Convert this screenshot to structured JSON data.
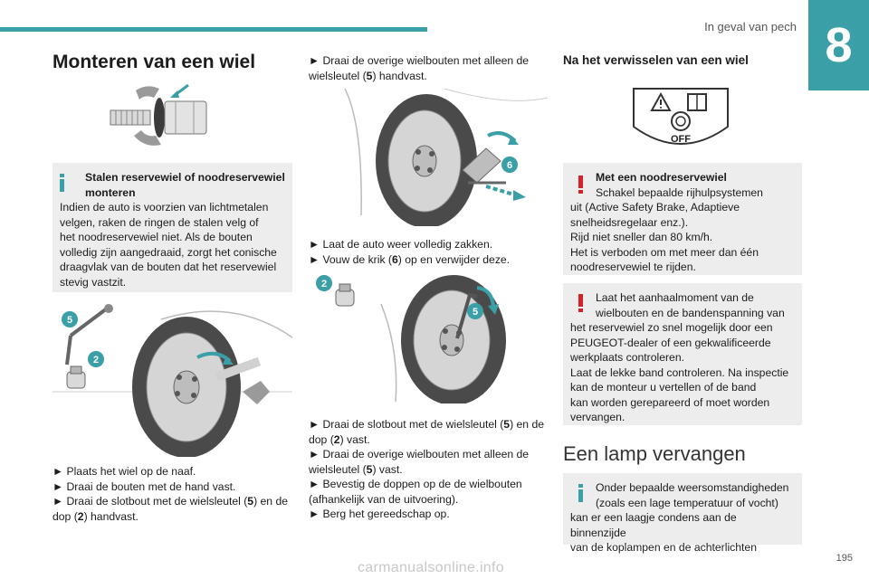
{
  "header": {
    "section_title": "In geval van pech",
    "chapter_number": "8"
  },
  "page_number": "195",
  "watermark": "carmanualsonline.info",
  "col1": {
    "title": "Monteren van een wiel",
    "info_box": {
      "heading_line1": "Stalen reservewiel of noodreservewiel",
      "heading_line2": "monteren",
      "lines": [
        "Indien de auto is voorzien van lichtmetalen",
        "velgen, raken de ringen de stalen velg of",
        "het noodreservewiel niet. Als de bouten",
        "volledig zijn aangedraaid, zorgt het conische",
        "draagvlak van de bouten dat het reservewiel",
        "stevig vastzit."
      ]
    },
    "fig_badges": [
      "5",
      "2"
    ],
    "steps": {
      "l1": "► Plaats het wiel op de naaf.",
      "l2": "► Draai de bouten met de hand vast.",
      "l3": "► Draai de slotbout met de wielsleutel (",
      "l3_b": "5",
      "l3_c": ") en de",
      "l4": "dop (",
      "l4_b": "2",
      "l4_c": ") handvast."
    }
  },
  "col2": {
    "top": {
      "l1": "► Draai de overige wielbouten met alleen de",
      "l2": "wielsleutel (",
      "l2_b": "5",
      "l2_c": ") handvast."
    },
    "fig1_badge": "6",
    "mid": {
      "l1": "► Laat de auto weer volledig zakken.",
      "l2": "► Vouw de krik (",
      "l2_b": "6",
      "l2_c": ") op en verwijder deze."
    },
    "fig2_badges": [
      "2",
      "5"
    ],
    "bottom": {
      "l1": "► Draai de slotbout met de wielsleutel (",
      "l1_b": "5",
      "l1_c": ") en de",
      "l2": "dop (",
      "l2_b": "2",
      "l2_c": ") vast.",
      "l3": "► Draai de overige wielbouten met alleen de",
      "l4": "wielsleutel (",
      "l4_b": "5",
      "l4_c": ") vast.",
      "l5": "► Bevestig de doppen op de de wielbouten",
      "l6": "(afhankelijk van de uitvoering).",
      "l7": "► Berg het gereedschap op."
    }
  },
  "col3": {
    "title": "Na het verwisselen van een wiel",
    "indicator_off": "OFF",
    "warn1": {
      "heading": "Met een noodreservewiel",
      "l1": "Schakel bepaalde rijhulpsystemen",
      "lines": [
        "uit (Active Safety Brake, Adaptieve",
        "snelheidsregelaar enz.).",
        "Rijd niet sneller dan 80 km/h.",
        "Het is verboden om met meer dan één",
        "noodreservewiel te rijden."
      ]
    },
    "warn2": {
      "l1": "Laat het aanhaalmoment van de",
      "l2": "wielbouten en de bandenspanning van",
      "lines": [
        "het reservewiel zo snel mogelijk door een",
        "PEUGEOT-dealer of een gekwalificeerde",
        "werkplaats controleren.",
        "Laat de lekke band controleren. Na inspectie",
        "kan de monteur u vertellen of de band",
        "kan worden gerepareerd of moet worden",
        "vervangen."
      ]
    },
    "title2": "Een lamp vervangen",
    "info2": {
      "l1": "Onder bepaalde weersomstandigheden",
      "l2": "(zoals een lage temperatuur of vocht)",
      "lines": [
        "kan er een laagje condens aan de binnenzijde",
        "van de koplampen en de achterlichten"
      ]
    }
  },
  "colors": {
    "accent": "#3a9fa6",
    "warning": "#d2232a",
    "box_bg": "#ededed"
  }
}
